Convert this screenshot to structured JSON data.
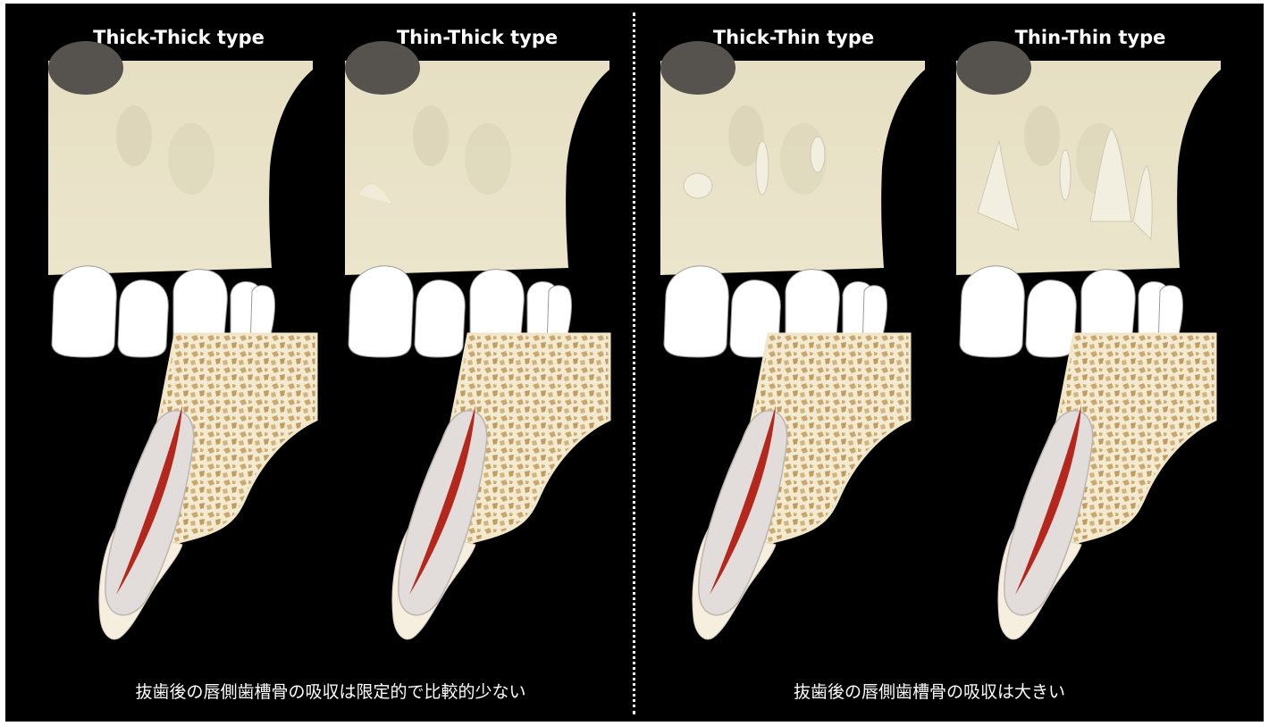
{
  "panels": [
    {
      "title": "Thick-Thick type"
    },
    {
      "title": "Thin-Thick type"
    },
    {
      "title": "Thick-Thin type"
    },
    {
      "title": "Thin-Thin type"
    }
  ],
  "captions": {
    "left": "抜歯後の唇側歯槽骨の吸収は限定的で比較的少ない",
    "right": "抜歯後の唇側歯槽骨の吸収は大きい"
  },
  "colors": {
    "background": "#000000",
    "bone": "#e9e3c7",
    "enamel": "#ffffff",
    "root_outline": "#d9d6d3",
    "pulp": "#b0281e",
    "cancellous": "#c9a870"
  }
}
